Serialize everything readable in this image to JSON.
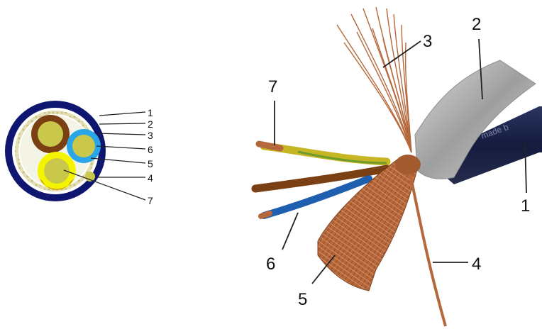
{
  "cross_section": {
    "labels": [
      "1",
      "2",
      "3",
      "6",
      "5",
      "4",
      "7"
    ]
  },
  "photo": {
    "labels": [
      "7",
      "3",
      "2",
      "1",
      "6",
      "5",
      "4"
    ],
    "jacket_print": "made b"
  },
  "colors": {
    "jacket": "#0f1670",
    "copper": "#b5683b",
    "brown": "#7a3f12",
    "blue_ring": "#2aa6e8",
    "yellow": "#f4f400",
    "conductor_core": "#c9c84a",
    "foil": "#b9b9b9"
  },
  "icons": [
    "cable-cross-section",
    "cable-photo"
  ]
}
